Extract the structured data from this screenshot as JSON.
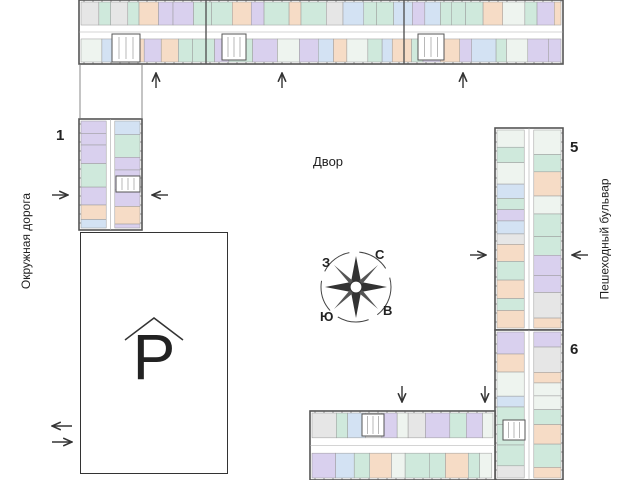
{
  "labels": {
    "courtyard": "Двор",
    "left_road": "Окружная дорога",
    "right_road": "Пешеходный бульвар",
    "parking": "P"
  },
  "sections": [
    "1",
    "5",
    "6"
  ],
  "compass": {
    "north": "С",
    "west": "З",
    "south": "Ю",
    "east": "В"
  },
  "colors": {
    "wall": "#555555",
    "purple": "#d9d0ee",
    "green": "#cfe9dc",
    "blue": "#d3e2f3",
    "orange": "#f6dcc6",
    "gray": "#e6e6e6",
    "light": "#eef4ef"
  },
  "arrows": [
    {
      "name": "entrance-arrow-top-1",
      "dir": "up"
    },
    {
      "name": "entrance-arrow-top-2",
      "dir": "up"
    },
    {
      "name": "entrance-arrow-top-3",
      "dir": "up"
    },
    {
      "name": "entrance-arrow-section1-left",
      "dir": "right"
    },
    {
      "name": "entrance-arrow-section1-right",
      "dir": "left"
    },
    {
      "name": "entrance-arrow-section5-left",
      "dir": "right"
    },
    {
      "name": "entrance-arrow-section5-right",
      "dir": "left"
    },
    {
      "name": "entrance-arrow-bottom-1",
      "dir": "down"
    },
    {
      "name": "entrance-arrow-bottom-2",
      "dir": "down"
    },
    {
      "name": "parking-arrow-out",
      "dir": "left"
    },
    {
      "name": "parking-arrow-in",
      "dir": "right"
    }
  ]
}
